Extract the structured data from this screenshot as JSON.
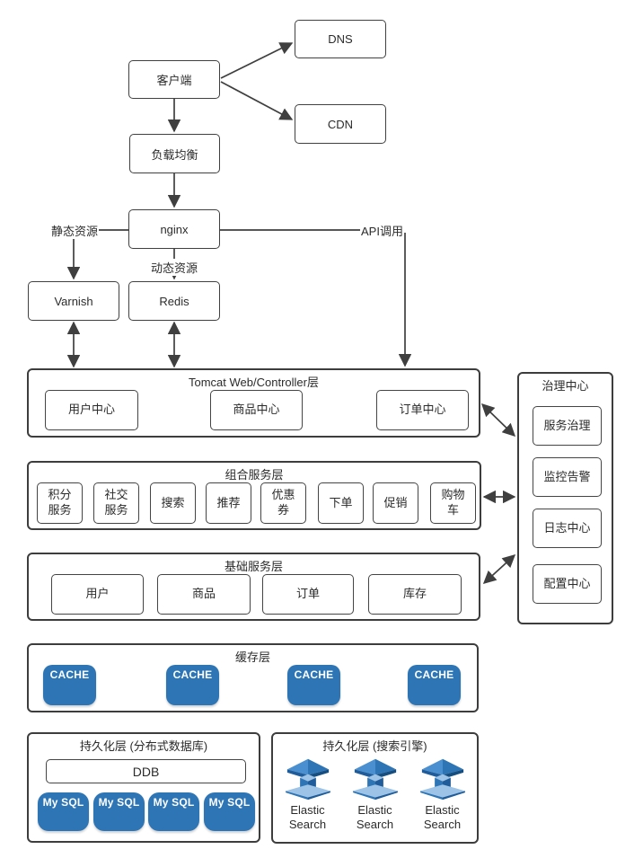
{
  "colors": {
    "primary_blue": "#2E75B6",
    "line_color": "#3F3F3F",
    "border_color": "#404040"
  },
  "nodes": {
    "client": "客户端",
    "dns": "DNS",
    "cdn": "CDN",
    "load_balancer": "负载均衡",
    "nginx": "nginx",
    "varnish": "Varnish",
    "redis": "Redis"
  },
  "edge_labels": {
    "static_resources": "静态资源",
    "dynamic_resources": "动态资源",
    "api_call": "API调用"
  },
  "layers": {
    "tomcat": {
      "title": "Tomcat Web/Controller层",
      "boxes": [
        "用户中心",
        "商品中心",
        "订单中心"
      ]
    },
    "composite": {
      "title": "组合服务层",
      "boxes": [
        "积分服务",
        "社交服务",
        "搜索",
        "推荐",
        "优惠券",
        "下单",
        "促销",
        "购物车"
      ]
    },
    "base": {
      "title": "基础服务层",
      "boxes": [
        "用户",
        "商品",
        "订单",
        "库存"
      ]
    },
    "governance": {
      "title": "治理中心",
      "boxes": [
        "服务治理",
        "监控告警",
        "日志中心",
        "配置中心"
      ]
    },
    "cache": {
      "title": "缓存层",
      "boxes": [
        "CACHE",
        "CACHE",
        "CACHE",
        "CACHE"
      ]
    },
    "persistence_db": {
      "title": "持久化层 (分布式数据库)",
      "ddb": "DDB",
      "boxes": [
        "My SQL",
        "My SQL",
        "My SQL",
        "My SQL"
      ]
    },
    "persistence_search": {
      "title": "持久化层 (搜索引擎)",
      "nodes": [
        "Elastic Search",
        "Elastic Search",
        "Elastic Search"
      ]
    }
  }
}
